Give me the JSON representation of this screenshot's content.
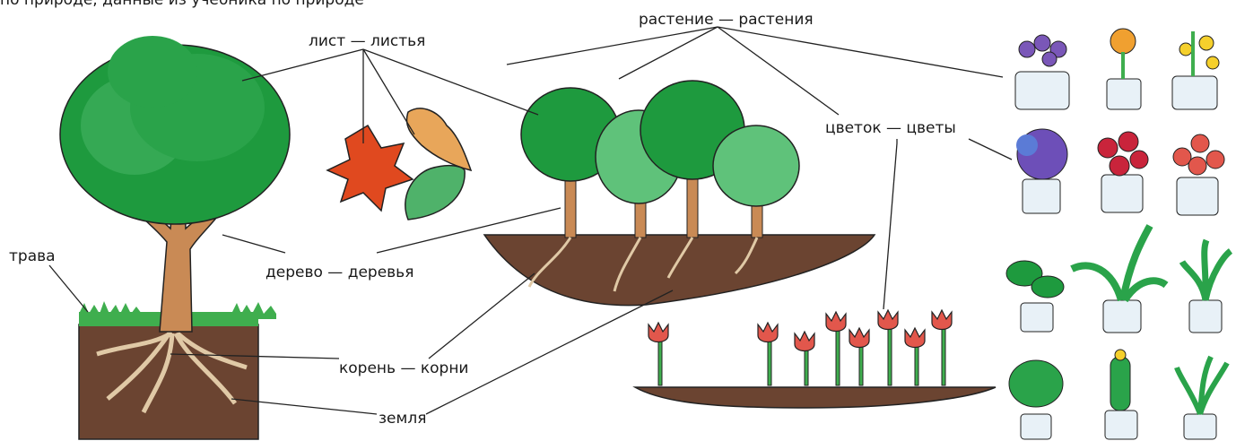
{
  "top_text": "по природе, данные из учебника по природе",
  "labels": {
    "leaf": "лист — листья",
    "plant": "растение — растения",
    "flower": "цветок — цветы",
    "grass": "трава",
    "tree": "дерево — деревья",
    "root": "корень — корни",
    "soil": "земля"
  },
  "colors": {
    "tree_green_dark": "#1e9a3e",
    "tree_green_light": "#5fc27a",
    "trunk": "#c98a55",
    "soil": "#6b4431",
    "grass": "#3fae4e",
    "tulip": "#e2574c",
    "pot": "#e8f1f7",
    "outline": "#222222"
  },
  "icons": [
    "big-tree-icon",
    "maple-leaf-icon",
    "oak-leaf-icon",
    "birch-leaf-icon",
    "forest-icon",
    "tulip-bed-icon",
    "potted-plant-icon"
  ]
}
